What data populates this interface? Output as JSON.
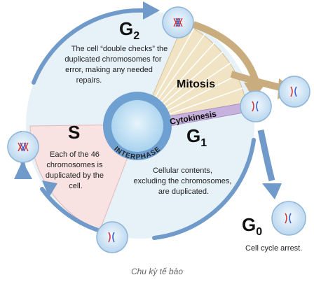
{
  "phases": {
    "g2": {
      "label": "G",
      "sub": "2",
      "description": [
        "The cell “double checks” the",
        "duplicated chromosomes for",
        "error, making any needed",
        "repairs."
      ]
    },
    "s": {
      "label": "S",
      "description": [
        "Each of the 46",
        "chromosomes is",
        "duplicated by the",
        "cell."
      ]
    },
    "g1": {
      "label": "G",
      "sub": "1",
      "description": [
        "Cellular contents,",
        "excluding the chromosomes,",
        "are duplicated."
      ]
    },
    "g0": {
      "label": "G",
      "sub": "0",
      "description": [
        "Cell cycle arrest."
      ]
    }
  },
  "mitosis_label": "Mitosis",
  "cytokinesis_label": "Cytokinesis",
  "interphase_label": "INTERPHASE",
  "caption": "Chu kỳ tế bào",
  "colors": {
    "cycle_fill": "#e7f1f8",
    "cycle_arrow": "#6f9ac9",
    "s_fill": "#f8e2e2",
    "mitosis_fill": "#f1e4c4",
    "mitosis_arrow": "#c9ad7e",
    "cytokinesis": "#c7b1dd",
    "cell_fill": "#dbecf8",
    "center_ring": "#6fa0d2",
    "center_fill": "#c5e3f5"
  }
}
